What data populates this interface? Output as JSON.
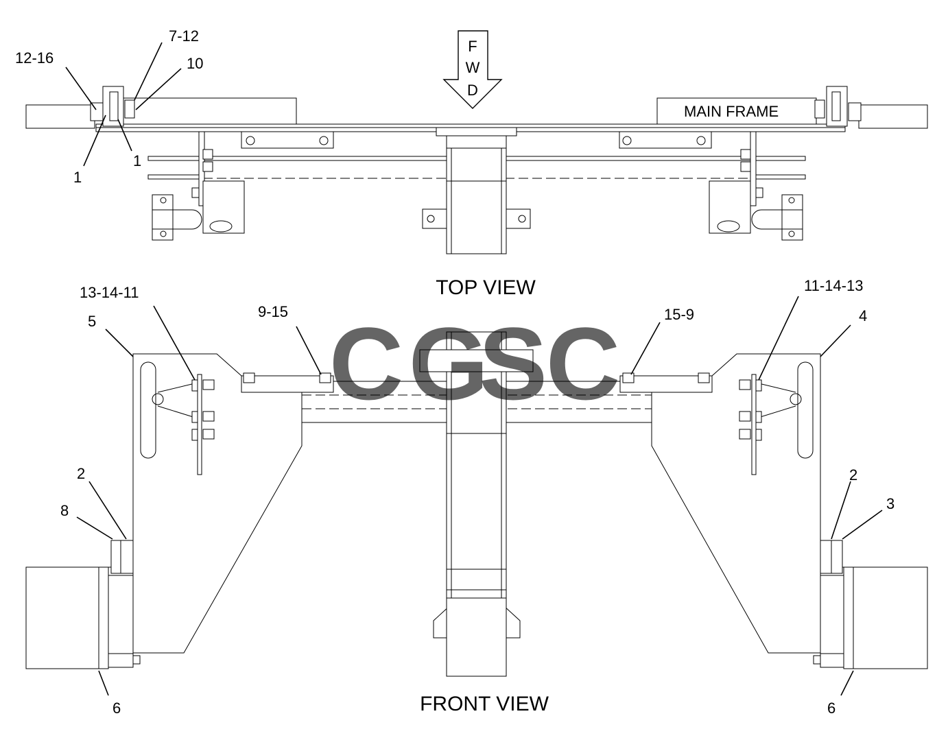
{
  "views": {
    "top_title": "TOP VIEW",
    "front_title": "FRONT VIEW"
  },
  "fwd_arrow": {
    "letters": [
      "F",
      "W",
      "D"
    ]
  },
  "main_frame_label": "MAIN FRAME",
  "callouts": {
    "top": {
      "c12_16": "12-16",
      "c7_12": "7-12",
      "c10": "10",
      "c1_left": "1",
      "c1_right": "1"
    },
    "front": {
      "c13_14_11": "13-14-11",
      "c5": "5",
      "c9_15": "9-15",
      "c15_9": "15-9",
      "c11_14_13": "11-14-13",
      "c4": "4",
      "c2_left": "2",
      "c8": "8",
      "c6_left": "6",
      "c2_right": "2",
      "c3": "3",
      "c6_right": "6"
    }
  },
  "watermark": {
    "letters": [
      "C",
      "G",
      "S",
      "C"
    ],
    "colors": [
      "#4f8ef7",
      "#ee6e62",
      "#f5c542",
      "#3aa876"
    ]
  }
}
